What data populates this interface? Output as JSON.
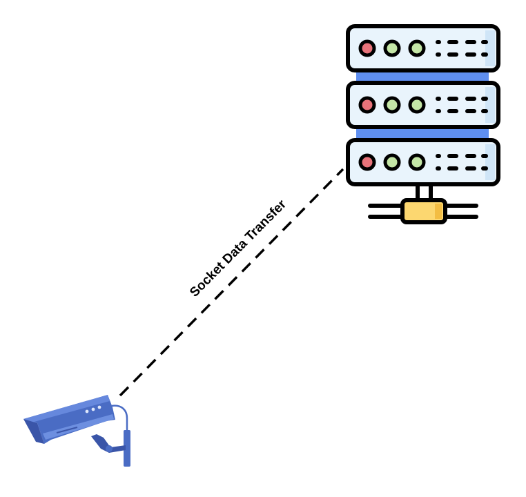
{
  "diagram": {
    "connection": {
      "label": "Socket Data Transfer",
      "style": "dashed"
    },
    "nodes": [
      {
        "id": "server",
        "icon": "server-rack-icon"
      },
      {
        "id": "camera",
        "icon": "security-camera-icon"
      }
    ],
    "colors": {
      "line": "#000000",
      "server_panel": "#e9f4fc",
      "server_stripe": "#5f8ff0",
      "led_red": "#e8737a",
      "led_green": "#c4e6a6",
      "base_connector": "#fcd770",
      "camera_body": "#4a6cc4",
      "camera_dark": "#3a55a8",
      "camera_light": "#6688dd"
    }
  }
}
